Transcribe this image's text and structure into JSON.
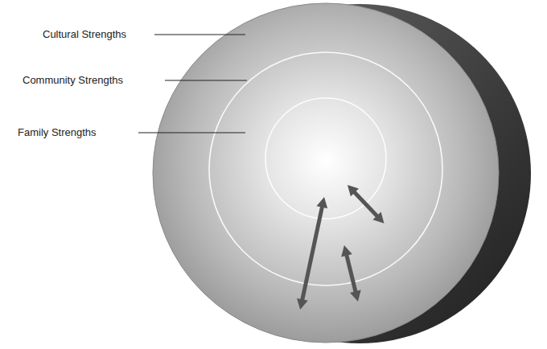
{
  "diagram": {
    "nodes": [
      {
        "text": [
          "Cultural Strengths"
        ]
      },
      {
        "text": [
          "Community Strengths"
        ],
        "in": 0
      },
      {
        "text": [
          "Family Strengths"
        ],
        "in": 1
      }
    ],
    "edges": [
      {
        "from": 2,
        "to": 1,
        "arrow": "both"
      },
      {
        "from": 2,
        "to": 0,
        "arrow": "both"
      },
      {
        "from": 1,
        "to": 0,
        "arrow": "both"
      }
    ]
  }
}
